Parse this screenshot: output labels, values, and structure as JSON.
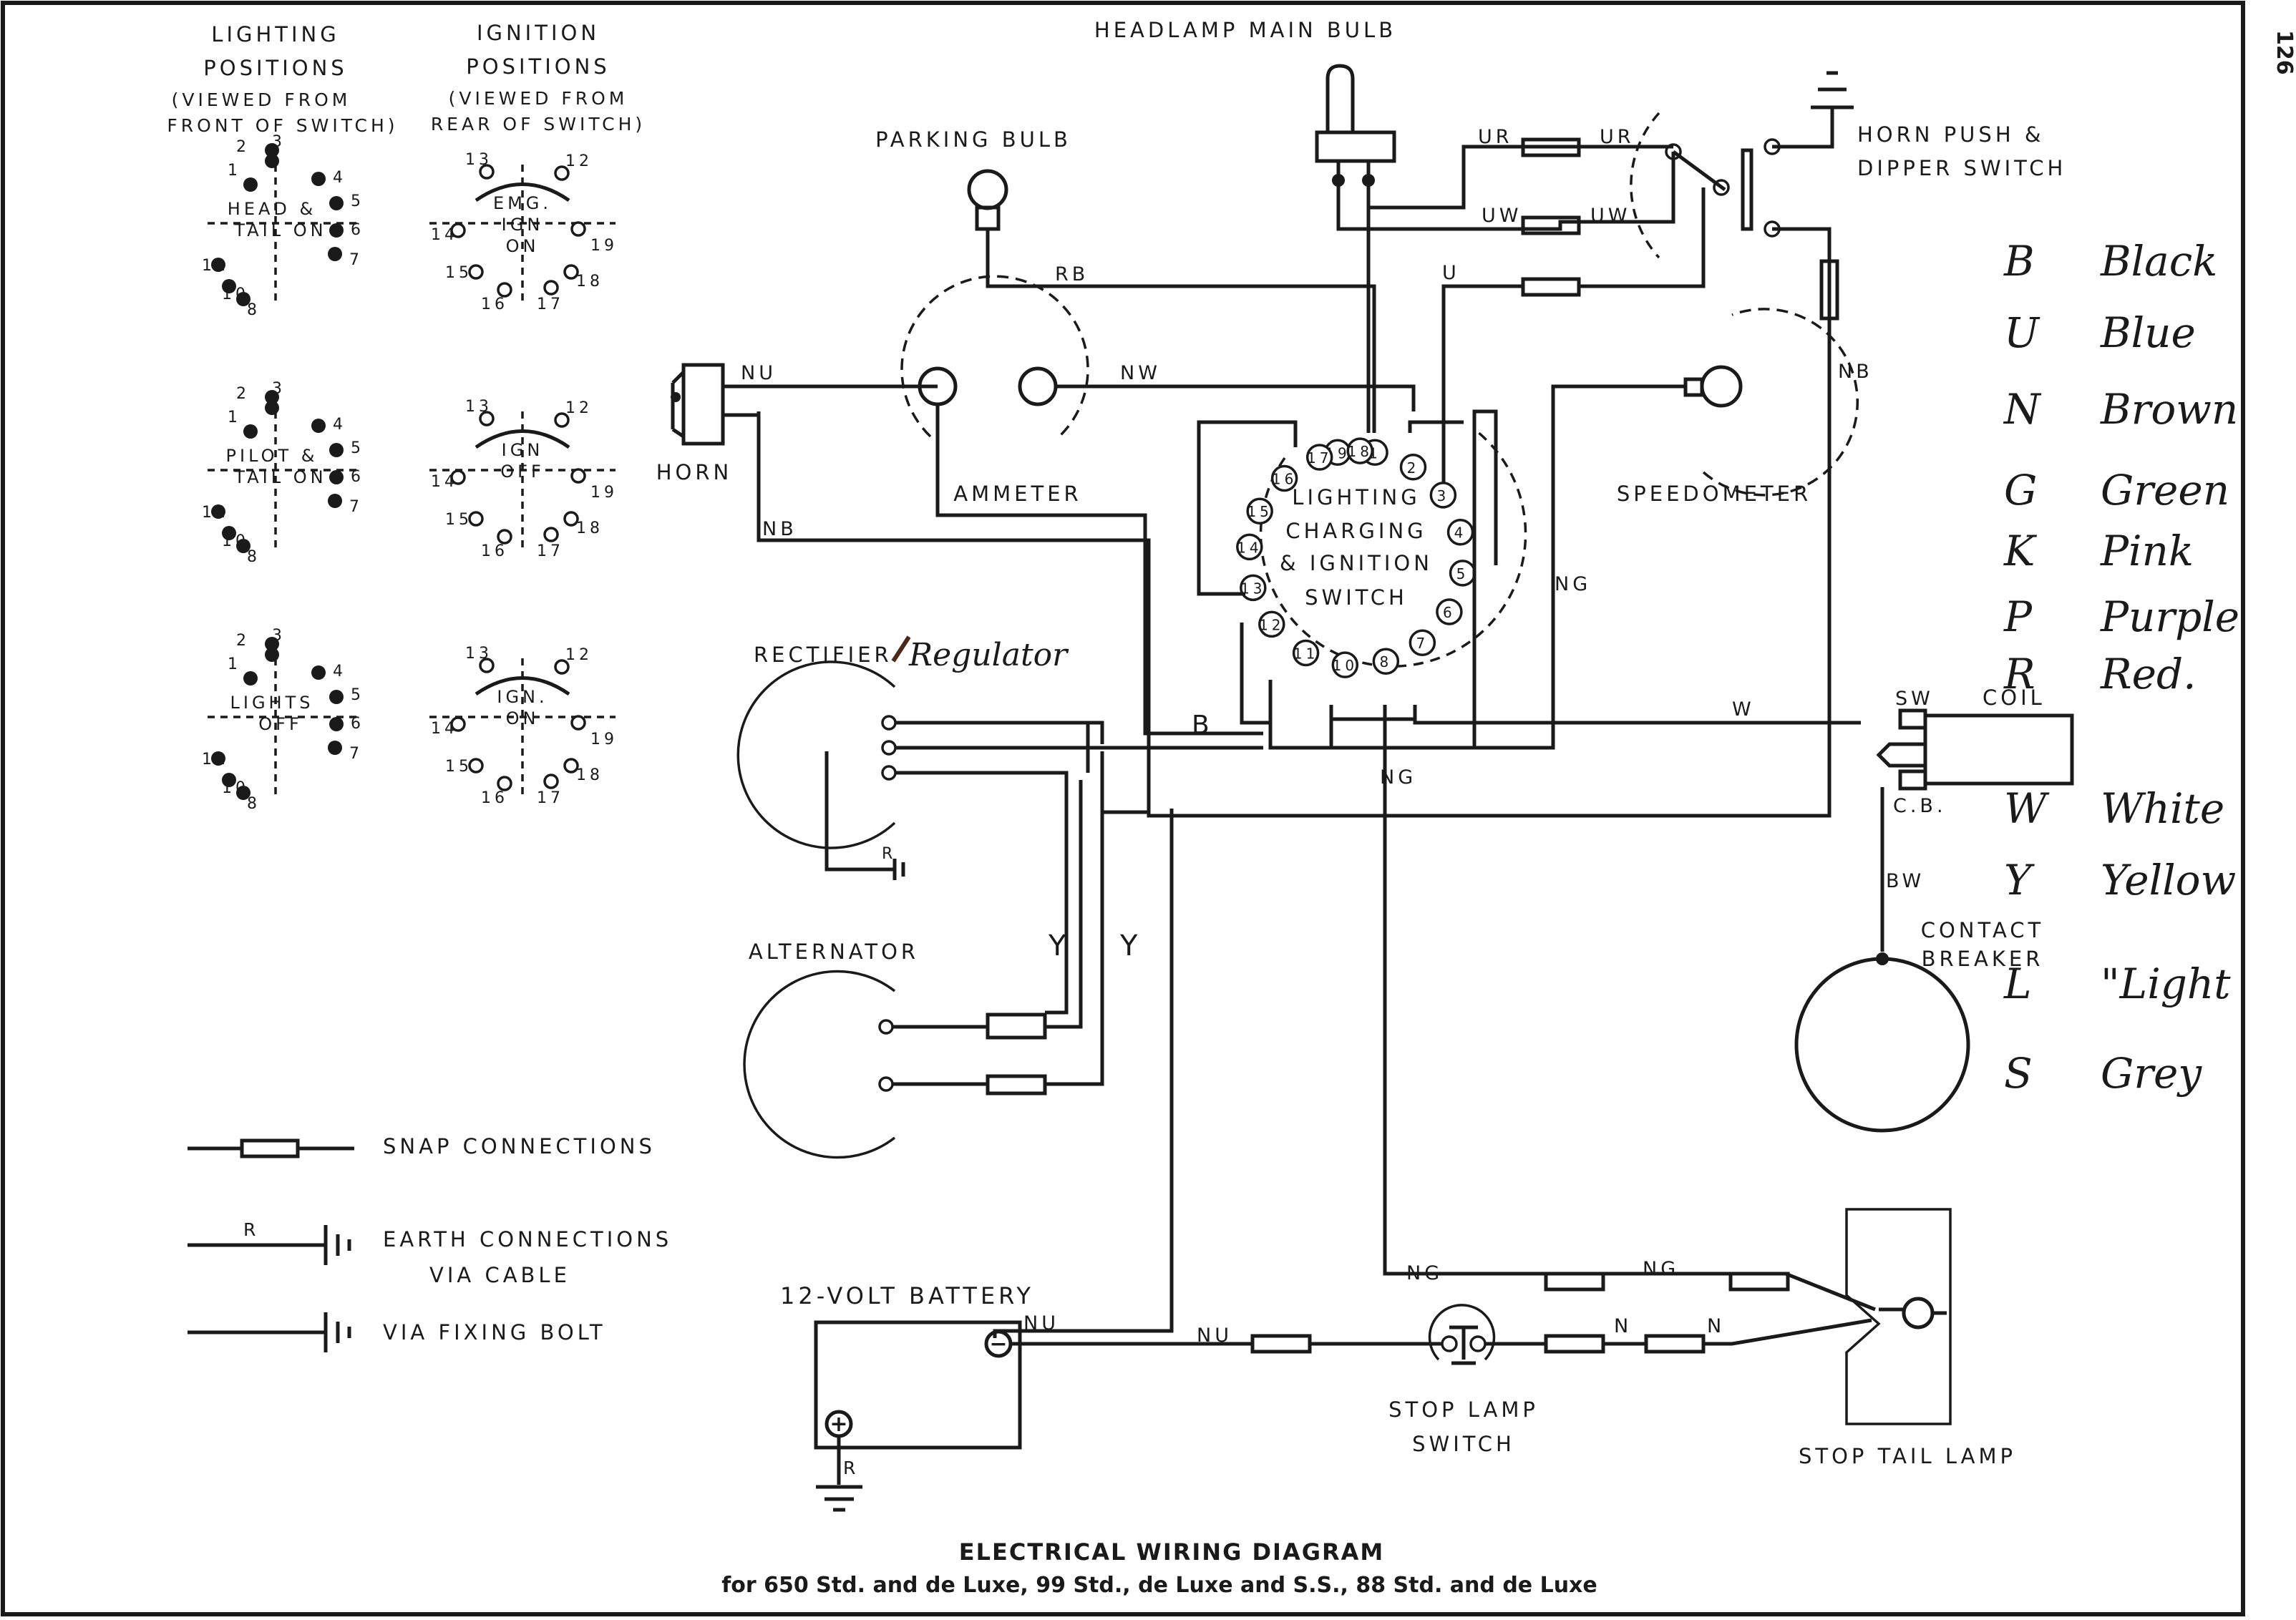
{
  "page_number": "126",
  "switch_titles": {
    "lighting": [
      "LIGHTING",
      "POSITIONS",
      "(VIEWED FROM",
      "FRONT OF SWITCH)"
    ],
    "ignition": [
      "IGNITION",
      "POSITIONS",
      "(VIEWED FROM",
      "REAR OF SWITCH)"
    ]
  },
  "lighting_positions": [
    {
      "label_1": "HEAD &",
      "label_2": "TAIL ON"
    },
    {
      "label_1": "PILOT &",
      "label_2": "TAIL ON"
    },
    {
      "label_1": "LIGHTS",
      "label_2": "OFF"
    }
  ],
  "ignition_positions": [
    {
      "label_1": "EMG.",
      "label_2": "IGN",
      "label_3": "ON"
    },
    {
      "label_1": "IGN",
      "label_2": "OFF",
      "label_3": ""
    },
    {
      "label_1": "IGN.",
      "label_2": "ON",
      "label_3": ""
    }
  ],
  "pin_numbers": {
    "lighting": [
      "1",
      "2",
      "3",
      "4",
      "5",
      "6",
      "7",
      "8",
      "10",
      "11"
    ],
    "ignition": [
      "12",
      "13",
      "14",
      "15",
      "16",
      "17",
      "18",
      "19"
    ]
  },
  "components": {
    "headlamp": "HEADLAMP MAIN BULB",
    "parking_bulb": "PARKING BULB",
    "horn_push": [
      "HORN PUSH &",
      "DIPPER SWITCH"
    ],
    "horn": "HORN",
    "ammeter": "AMMETER",
    "speedometer": "SPEEDOMETER",
    "main_switch": [
      "LIGHTING",
      "CHARGING",
      "& IGNITION",
      "SWITCH"
    ],
    "rectifier": "RECTIFIER",
    "rectifier_handwritten": "Regulator",
    "alternator": "ALTERNATOR",
    "coil": "COIL",
    "coil_sw": "SW",
    "coil_cb": "C.B.",
    "contact_breaker": [
      "CONTACT",
      "BREAKER"
    ],
    "battery": "12-VOLT BATTERY",
    "stop_lamp_switch": [
      "STOP LAMP",
      "SWITCH"
    ],
    "stop_tail_lamp": "STOP TAIL LAMP"
  },
  "switch_terminals": [
    "19",
    "1",
    "2",
    "3",
    "4",
    "5",
    "6",
    "7",
    "8",
    "10",
    "11",
    "12",
    "13",
    "14",
    "15",
    "16",
    "17",
    "18"
  ],
  "wire_labels": {
    "ur_1": "UR",
    "ur_2": "UR",
    "uw_1": "UW",
    "uw_2": "UW",
    "u": "U",
    "rb": "RB",
    "nu_horn": "NU",
    "nw": "NW",
    "nb_horn": "NB",
    "nb_dipper": "NB",
    "ng_speedo": "NG",
    "b": "B",
    "w": "W",
    "ng_switch": "NG",
    "bw": "BW",
    "r_rect": "R",
    "y_1": "Y",
    "y_2": "Y",
    "nu_batt": "NU",
    "nu_snap": "NU",
    "ng_tail": "NG",
    "ng_tail_2": "NG",
    "n_1": "N",
    "n_2": "N",
    "r_batt": "R",
    "batt_minus": "−",
    "batt_plus": "+"
  },
  "legend": {
    "snap": "SNAP  CONNECTIONS",
    "earth_r": "R",
    "earth_cable_1": "EARTH  CONNECTIONS",
    "earth_cable_2": "VIA  CABLE",
    "earth_bolt": "VIA  FIXING  BOLT"
  },
  "color_key": [
    {
      "code": "B",
      "name": "Black"
    },
    {
      "code": "U",
      "name": "Blue"
    },
    {
      "code": "N",
      "name": "Brown"
    },
    {
      "code": "G",
      "name": "Green"
    },
    {
      "code": "K",
      "name": "Pink"
    },
    {
      "code": "P",
      "name": "Purple"
    },
    {
      "code": "R",
      "name": "Red."
    },
    {
      "code": "W",
      "name": "White"
    },
    {
      "code": "Y",
      "name": "Yellow"
    },
    {
      "code": "L",
      "name": "\"Light"
    },
    {
      "code": "S",
      "name": "Grey"
    }
  ],
  "caption": {
    "title": "ELECTRICAL WIRING DIAGRAM",
    "subtitle": "for 650 Std. and de Luxe, 99 Std., de Luxe and S.S., 88 Std. and de Luxe"
  }
}
